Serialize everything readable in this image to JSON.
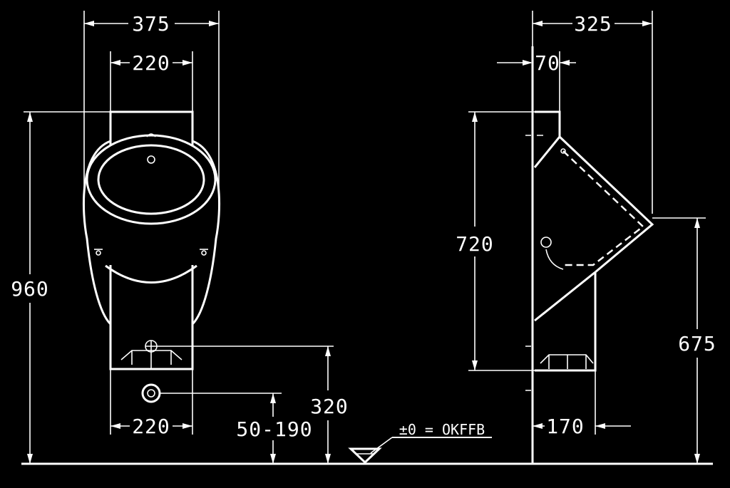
{
  "dimensions": {
    "front_overall_width": "375",
    "front_top_width": "220",
    "front_bottom_width": "220",
    "overall_height": "960",
    "outlet_height": "320",
    "inlet_range": "50-190",
    "side_depth": "325",
    "side_offset": "70",
    "side_body_height": "720",
    "rim_height": "675",
    "side_bottom_depth": "170"
  },
  "floor_reference": {
    "label": "±0 = OKFFB"
  },
  "colors": {
    "background": "#000000",
    "lines": "#ffffff"
  }
}
